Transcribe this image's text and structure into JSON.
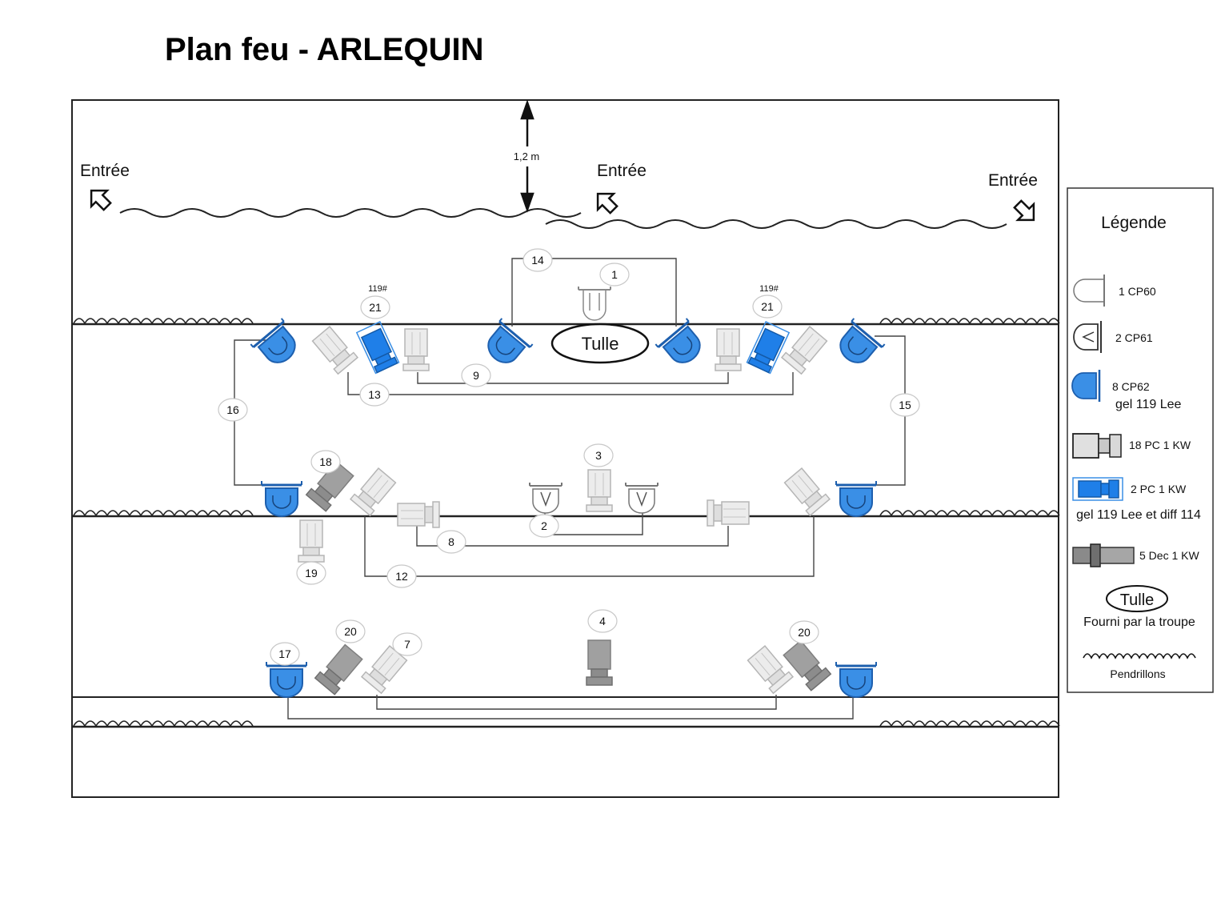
{
  "title": "Plan feu - ARLEQUIN",
  "measure": "1,2  m",
  "entrances": [
    "Entrée",
    "Entrée",
    "Entrée"
  ],
  "tulle_label": "Tulle",
  "gel_tag": "119#",
  "circuits": [
    "1",
    "2",
    "3",
    "4",
    "7",
    "8",
    "9",
    "12",
    "13",
    "14",
    "15",
    "16",
    "17",
    "18",
    "19",
    "20",
    "20",
    "21",
    "21"
  ],
  "legend": {
    "title": "Légende",
    "items": [
      {
        "line1": "1 CP60",
        "line2": ""
      },
      {
        "line1": "2 CP61",
        "line2": ""
      },
      {
        "line1": "8 CP62",
        "line2": "gel 119 Lee"
      },
      {
        "line1": "18 PC 1 KW",
        "line2": ""
      },
      {
        "line1": "2 PC 1 KW",
        "line2": "gel 119 Lee et diff 114"
      },
      {
        "line1": "5 Dec 1 KW",
        "line2": ""
      }
    ],
    "tulle": "Tulle",
    "tulle_note": "Fourni par la troupe",
    "pendrillons": "Pendrillons"
  },
  "colors": {
    "blue": "#3a8fe6",
    "blue_dark": "#1d5fae",
    "grey_light": "#d9d9d9",
    "grey_mid": "#a8a8a8",
    "grey_dark": "#8a8a8a"
  }
}
